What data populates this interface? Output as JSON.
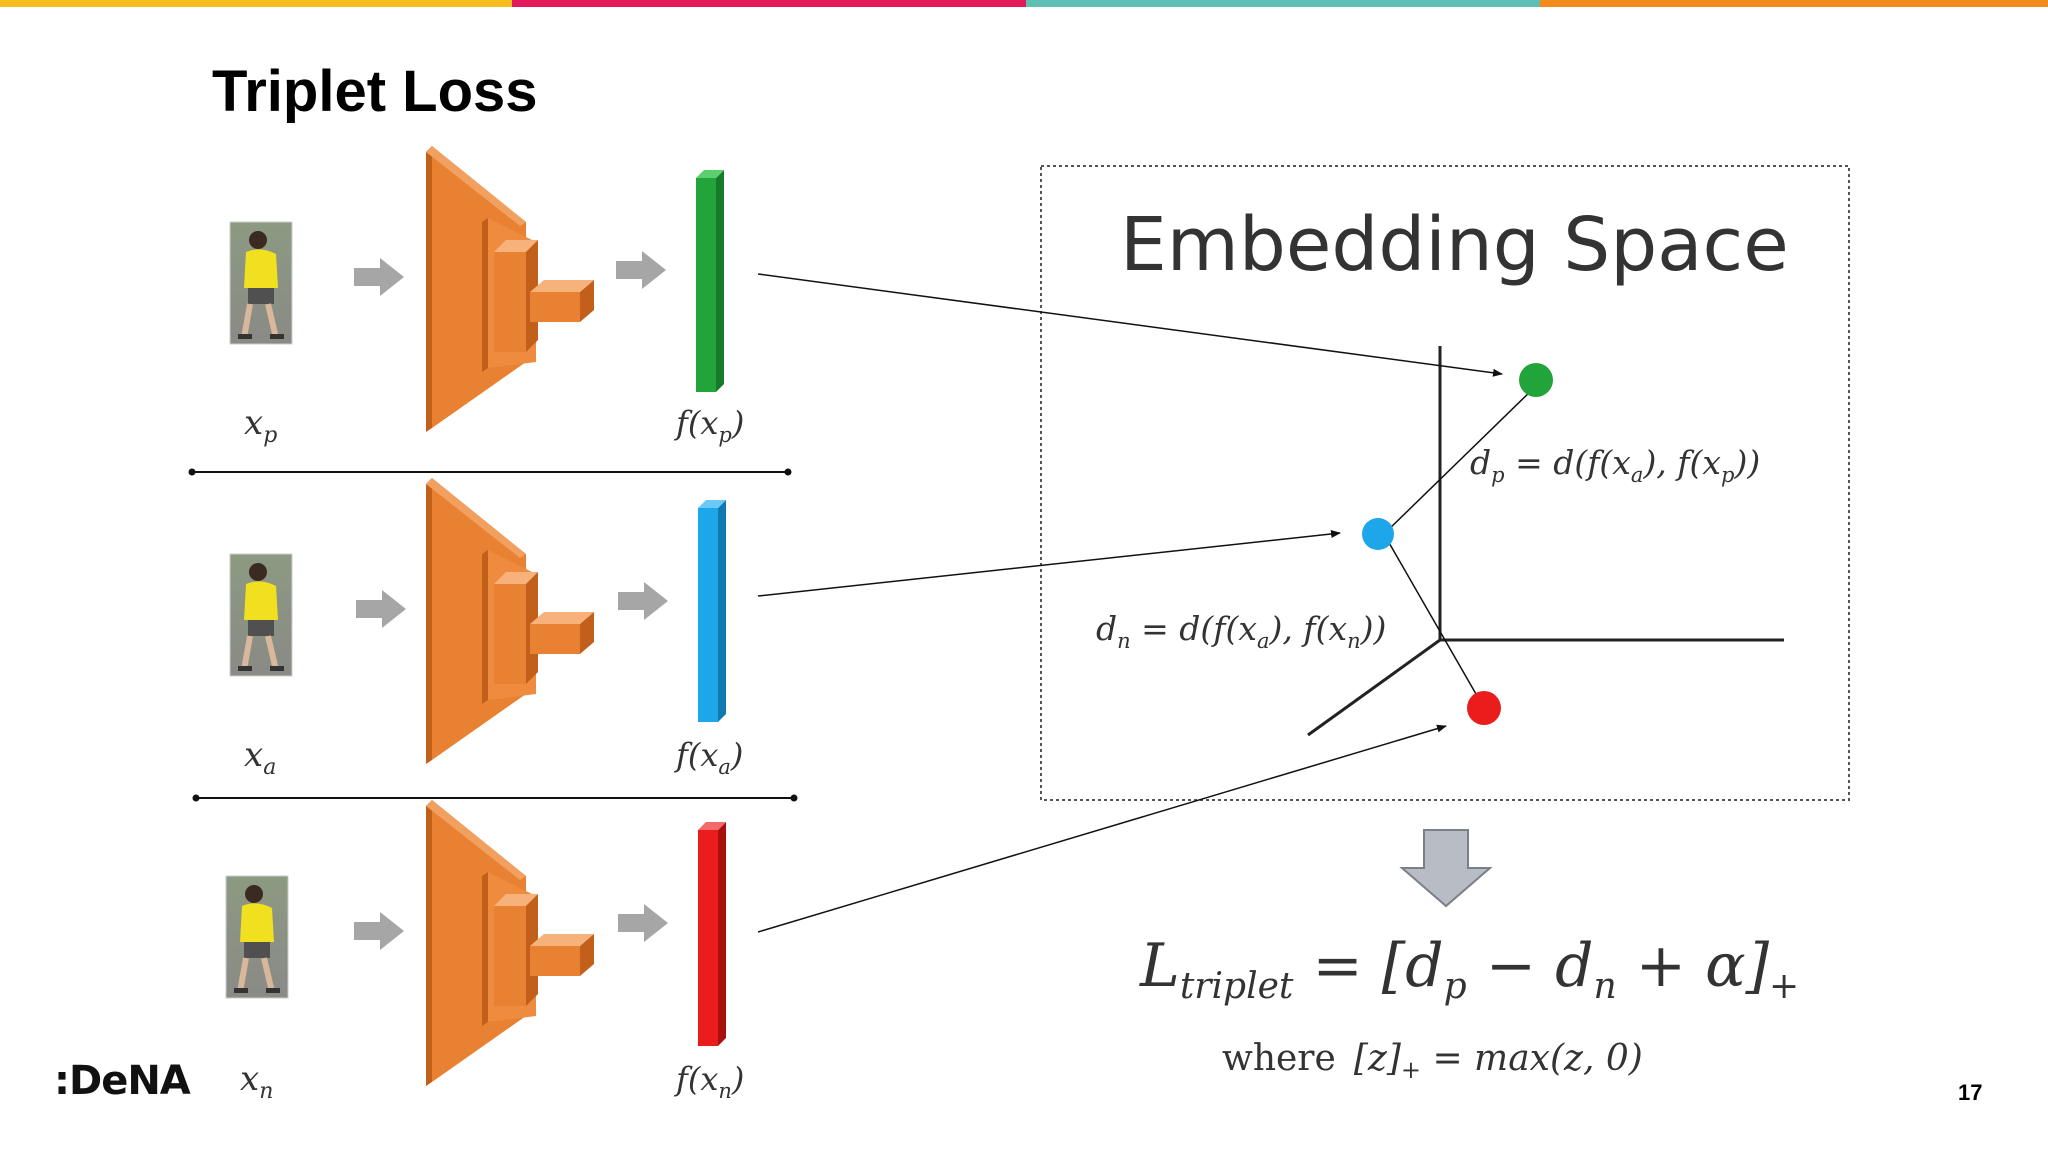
{
  "title": "Triplet Loss",
  "accent_bar_colors": [
    "#f6be1c",
    "#e4195b",
    "#5ebfb5",
    "#f28a1d"
  ],
  "embedding_colors": {
    "positive": "#22a43a",
    "anchor": "#1ea6ea",
    "negative": "#ea1c1c"
  },
  "network_color": "#e98132",
  "rows": [
    {
      "input_label": "x",
      "input_sub": "p",
      "embedding_label_prefix": "f(x",
      "embedding_sub": "p",
      "embedding_label_suffix": ")"
    },
    {
      "input_label": "x",
      "input_sub": "a",
      "embedding_label_prefix": "f(x",
      "embedding_sub": "a",
      "embedding_label_suffix": ")"
    },
    {
      "input_label": "x",
      "input_sub": "n",
      "embedding_label_prefix": "f(x",
      "embedding_sub": "n",
      "embedding_label_suffix": ")"
    }
  ],
  "embedding_space": {
    "title": "Embedding Space",
    "dp": {
      "d": "d",
      "sub": "p",
      "rest": " = d(f(x",
      "s1": "a",
      "mid": "), f(x",
      "s2": "p",
      "end": "))"
    },
    "dn": {
      "d": "d",
      "sub": "n",
      "rest": " = d(f(x",
      "s1": "a",
      "mid": "), f(x",
      "s2": "n",
      "end": "))"
    }
  },
  "loss": {
    "L": "L",
    "L_sub": "triplet",
    "eq": " = [d",
    "s1": "p",
    "minus": " − d",
    "s2": "n",
    "plus": " + α]",
    "tail": "+"
  },
  "where": {
    "word": "where",
    "expr": "[z]",
    "sub": "+",
    "rhs": "  =  max(z, 0)"
  },
  "logo": ":DeNA",
  "page_number": "17"
}
